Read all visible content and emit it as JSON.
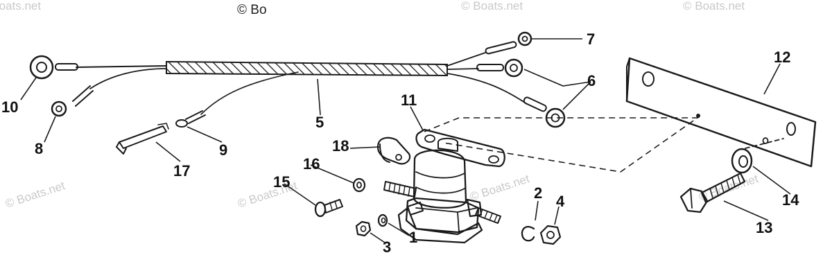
{
  "watermark": {
    "text": "© Boats.net",
    "top_fragment": "© Bo"
  },
  "callouts": {
    "p1": "1",
    "p2": "2",
    "p3": "3",
    "p4": "4",
    "p5": "5",
    "p6": "6",
    "p7": "7",
    "p8": "8",
    "p9": "9",
    "p10": "10",
    "p11": "11",
    "p12": "12",
    "p13": "13",
    "p14": "14",
    "p15": "15",
    "p16": "16",
    "p17": "17",
    "p18": "18"
  }
}
